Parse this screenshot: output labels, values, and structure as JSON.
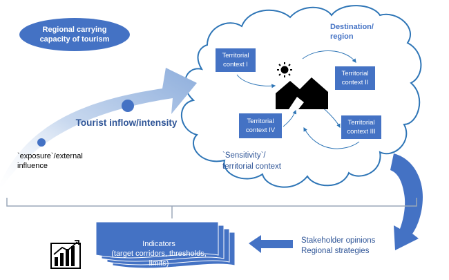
{
  "capacity_label_line1": "Regional carrying",
  "capacity_label_line2": "capacity of tourism",
  "destination_line1": "Destination/",
  "destination_line2": "region",
  "inflow_label": "Tourist inflow/intensity",
  "exposure_line1": "`exposure`/external",
  "exposure_line2": "influence",
  "sensitivity_line1": "`Sensitivity`/",
  "sensitivity_line2": "territorial context",
  "contexts": [
    {
      "line1": "Territorial",
      "line2": "context I"
    },
    {
      "line1": "Territorial",
      "line2": "context II"
    },
    {
      "line1": "Territorial",
      "line2": "context III"
    },
    {
      "line1": "Territorial",
      "line2": "context IV"
    }
  ],
  "stakeholder_line1": "Stakeholder opinions",
  "stakeholder_line2": "Regional strategies",
  "indicators_line1": "Indicators",
  "indicators_line2": "(target corridors, thresholds,",
  "indicators_line3": "limits)",
  "icons": [
    "sun-icon",
    "mountain-icon",
    "bar-chart-icon"
  ],
  "colors": {
    "blue": "#4472C4",
    "dark_blue": "#2F5597",
    "cloud_stroke": "#2E75B6",
    "arrow_light": "#9DB9E0"
  }
}
